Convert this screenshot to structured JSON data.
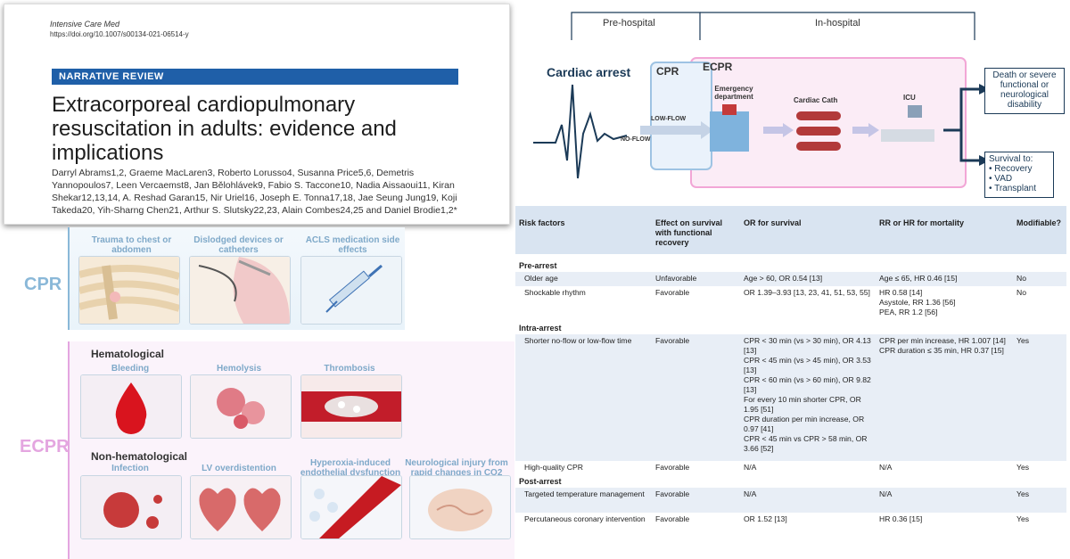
{
  "paper": {
    "journal": "Intensive Care Med",
    "doi": "https://doi.org/10.1007/s00134-021-06514-y",
    "category": "NARRATIVE REVIEW",
    "title": "Extracorporeal cardiopulmonary resuscitation in adults: evidence and implications",
    "authors": "Darryl Abrams1,2, Graeme MacLaren3, Roberto Lorusso4, Susanna Price5,6, Demetris Yannopoulos7, Leen Vercaemst8, Jan Bělohlávek9, Fabio S. Taccone10, Nadia Aissaoui11, Kiran Shekar12,13,14, A. Reshad Garan15, Nir Uriel16, Joseph E. Tonna17,18, Jae Seung Jung19, Koji Takeda20, Yih-Sharng Chen21, Arthur S. Slutsky22,23, Alain Combes24,25 and Daniel Brodie1,2*"
  },
  "figure": {
    "cpr_label": "CPR",
    "ecpr_label": "ECPR",
    "cpr_tiles": [
      "Trauma to chest or abdomen",
      "Dislodged devices or catheters",
      "ACLS medication side effects"
    ],
    "hematological": "Hematological",
    "hem_tiles": [
      "Bleeding",
      "Hemolysis",
      "Thrombosis"
    ],
    "non_hematological": "Non-hematological",
    "nonhem_tiles": [
      "Infection",
      "LV overdistention",
      "Hyperoxia-induced endothelial dysfunction",
      "Neurological injury from rapid changes in CO2"
    ]
  },
  "diagram": {
    "pre_hospital": "Pre-hospital",
    "in_hospital": "In-hospital",
    "cardiac_arrest": "Cardiac arrest",
    "cpr": "CPR",
    "ecpr": "ECPR",
    "low_flow": "LOW-FLOW",
    "no_flow": "NO-FLOW",
    "emergency_department": "Emergency department",
    "cardiac_cath": "Cardiac Cath",
    "icu": "ICU",
    "outcome_bad": "Death or severe functional or neurological disability",
    "outcome_good_title": "Survival to:",
    "outcome_good_items": [
      "• Recovery",
      "• VAD",
      "• Transplant"
    ]
  },
  "table": {
    "headers": [
      "Risk factors",
      "Effect on survival with functional recovery",
      "OR for survival",
      "RR or HR for mortality",
      "Modifiable?"
    ],
    "sections": [
      "Pre-arrest",
      "Intra-arrest",
      "Post-arrest"
    ],
    "rows": [
      {
        "factor": "Older age",
        "effect": "Unfavorable",
        "or": "Age > 60, OR 0.54 [13]",
        "rr": "Age ≤ 65, HR 0.46 [15]",
        "mod": "No"
      },
      {
        "factor": "Shockable rhythm",
        "effect": "Favorable",
        "or": "OR 1.39–3.93 [13, 23, 41, 51, 53, 55]",
        "rr": "HR 0.58 [14]\nAsystole, RR 1.36 [56]\nPEA, RR 1.2 [56]",
        "mod": "No"
      },
      {
        "factor": "Shorter no-flow or low-flow time",
        "effect": "Favorable",
        "or": "CPR < 30 min (vs > 30 min), OR 4.13 [13]\nCPR < 45 min (vs > 45 min), OR 3.53 [13]\nCPR < 60 min (vs > 60 min), OR 9.82 [13]\nFor every 10 min shorter CPR, OR 1.95 [51]\nCPR duration per min increase, OR 0.97 [41]\nCPR < 45 min vs CPR > 58 min, OR 3.66 [52]",
        "rr": "CPR per min increase, HR 1.007 [14]\nCPR duration ≤ 35 min, HR 0.37 [15]",
        "mod": "Yes"
      },
      {
        "factor": "High-quality CPR",
        "effect": "Favorable",
        "or": "N/A",
        "rr": "N/A",
        "mod": "Yes"
      },
      {
        "factor": "Targeted temperature management",
        "effect": "Favorable",
        "or": "N/A",
        "rr": "N/A",
        "mod": "Yes"
      },
      {
        "factor": "Percutaneous coronary intervention",
        "effect": "Favorable",
        "or": "OR 1.52 [13]",
        "rr": "HR 0.36 [15]",
        "mod": "Yes"
      }
    ]
  }
}
